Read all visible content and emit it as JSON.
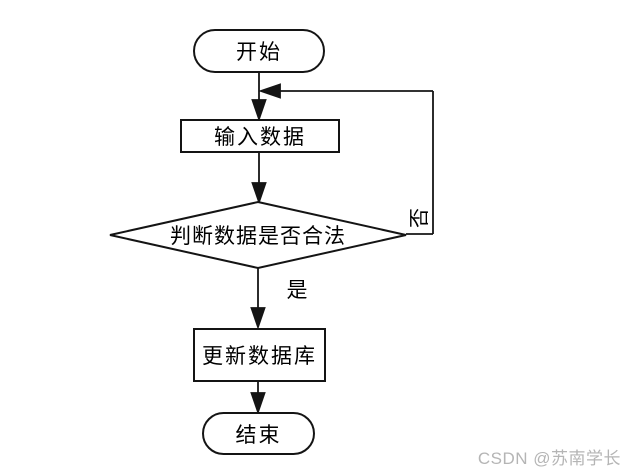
{
  "page": {
    "background": "#ffffff"
  },
  "diagram": {
    "type": "flowchart",
    "stroke_color": "#141414",
    "text_color": "#000000",
    "nodes": [
      {
        "id": "start",
        "shape": "terminator",
        "label": "开始"
      },
      {
        "id": "input",
        "shape": "process",
        "label": "输入数据"
      },
      {
        "id": "decision",
        "shape": "decision",
        "label": "判断数据是否合法"
      },
      {
        "id": "update",
        "shape": "process",
        "label": "更新数据库"
      },
      {
        "id": "end",
        "shape": "terminator",
        "label": "结束"
      }
    ],
    "edges": [
      {
        "from": "start",
        "to": "input",
        "label": ""
      },
      {
        "from": "input",
        "to": "decision",
        "label": ""
      },
      {
        "from": "decision",
        "to": "input",
        "label": "否",
        "route": "right-feedback-loop"
      },
      {
        "from": "decision",
        "to": "update",
        "label": "是"
      },
      {
        "from": "update",
        "to": "end",
        "label": ""
      }
    ]
  },
  "watermark": {
    "text": "CSDN @苏南学长",
    "color": "#b5b5b5"
  }
}
